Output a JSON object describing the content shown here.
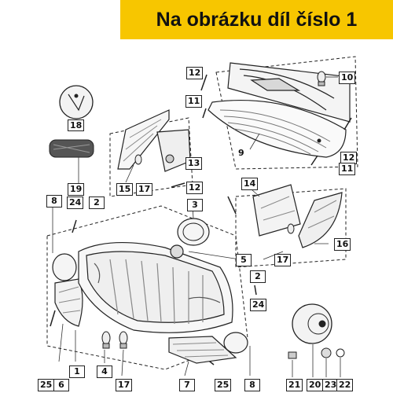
{
  "banner": {
    "text": "Na obrázku díl číslo 1",
    "color": "#f7c600"
  },
  "labels": {
    "l1": "1",
    "l2a": "2",
    "l2b": "2",
    "l3": "3",
    "l4": "4",
    "l5": "5",
    "l6": "6",
    "l7": "7",
    "l8a": "8",
    "l8b": "8",
    "l9": "9",
    "l10": "10",
    "l11a": "11",
    "l11b": "11",
    "l12a": "12",
    "l12b": "12",
    "l12c": "12",
    "l13": "13",
    "l14": "14",
    "l15": "15",
    "l16": "16",
    "l17a": "17",
    "l17b": "17",
    "l17c": "17",
    "l18": "18",
    "l19": "19",
    "l20": "20",
    "l21": "21",
    "l22": "22",
    "l23": "23",
    "l24a": "24",
    "l24b": "24",
    "l25a": "25",
    "l25b": "25"
  }
}
